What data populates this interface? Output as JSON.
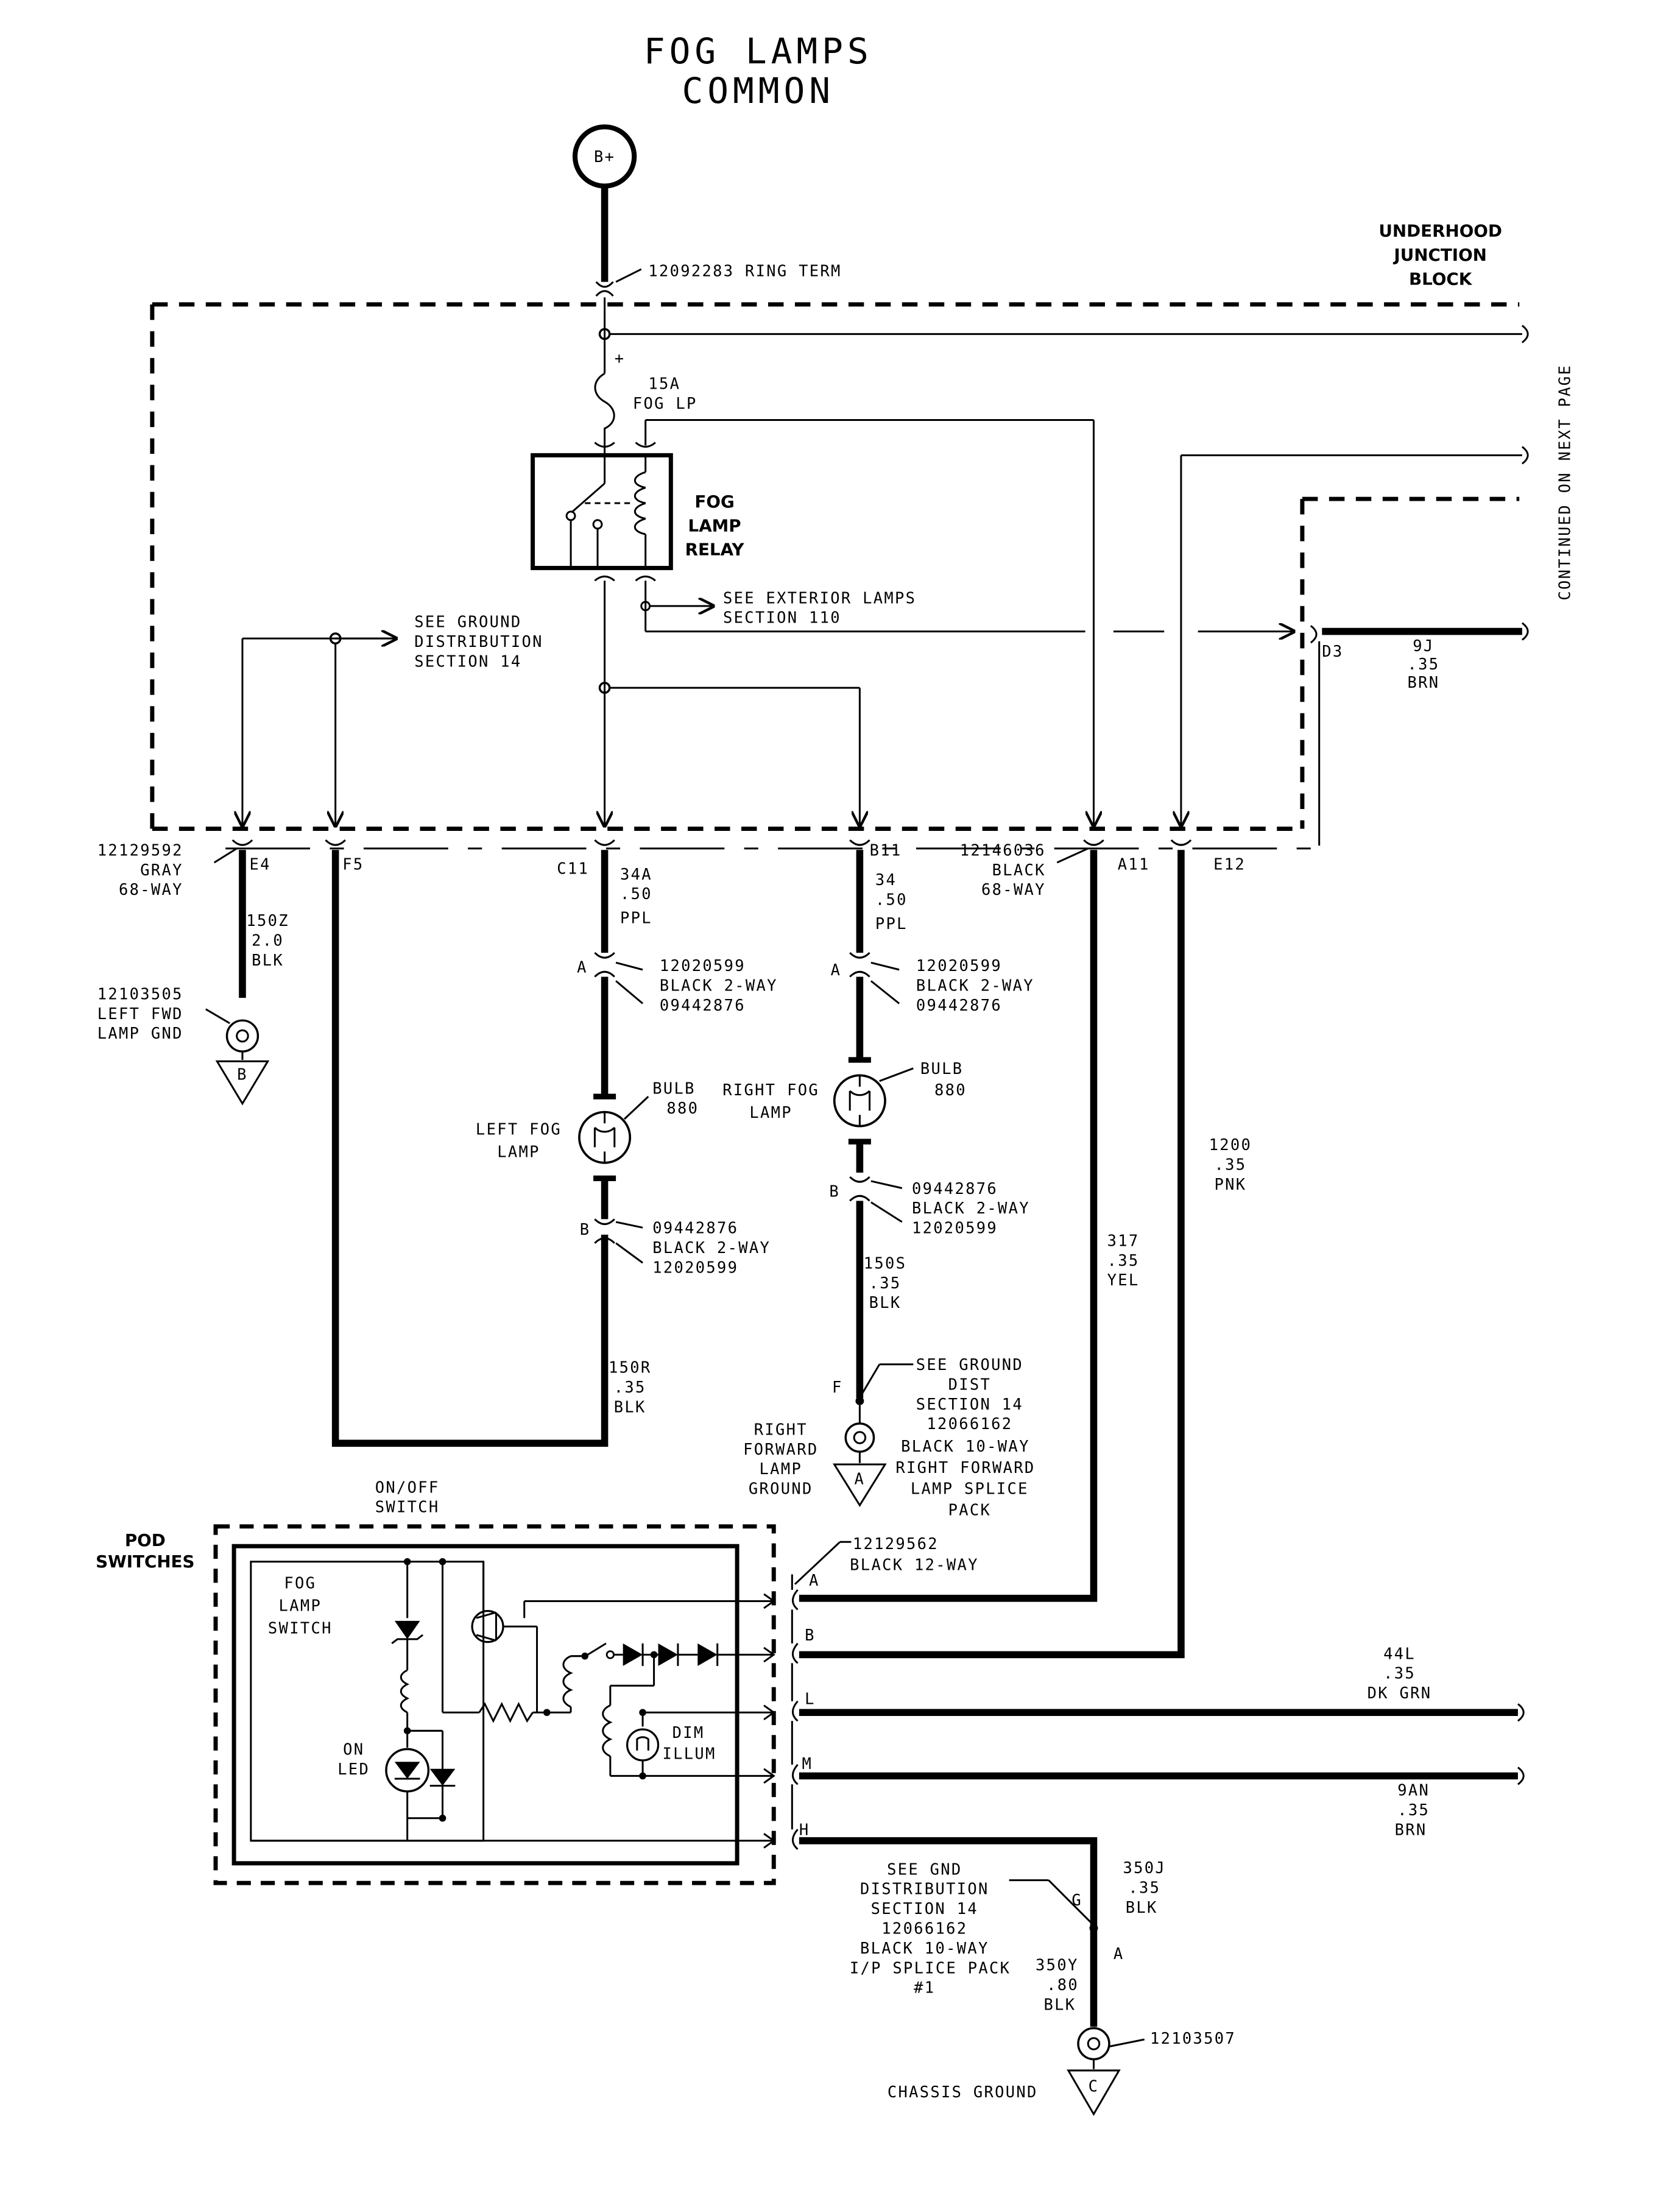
{
  "title": {
    "line1": "FOG LAMPS",
    "line2": "COMMON"
  },
  "battery": {
    "label": "B+"
  },
  "ring_term": {
    "label": "12092283  RING TERM"
  },
  "junction_block": {
    "line1": "UNDERHOOD",
    "line2": "JUNCTION",
    "line3": "BLOCK"
  },
  "continued": {
    "label": "CONTINUED ON NEXT PAGE"
  },
  "fuse": {
    "line1": "15A",
    "line2": "FOG LP",
    "polarity": "+"
  },
  "relay": {
    "line1": "FOG",
    "line2": "LAMP",
    "line3": "RELAY"
  },
  "ext_lamps": {
    "line1": "SEE EXTERIOR LAMPS",
    "line2": "SECTION 110"
  },
  "ground_dist": {
    "line1": "SEE GROUND",
    "line2": "DISTRIBUTION",
    "line3": "SECTION 14"
  },
  "d3": {
    "pin": "D3",
    "circuit": "9J",
    "gauge": ".35",
    "color": "BRN"
  },
  "conn_gray": {
    "part": "12129592",
    "color": "GRAY",
    "ways": "68-WAY"
  },
  "conn_black": {
    "part": "12146036",
    "color": "BLACK",
    "ways": "68-WAY"
  },
  "pins": {
    "e4": "E4",
    "f5": "F5",
    "c11": "C11",
    "b11": "B11",
    "a11": "A11",
    "e12": "E12"
  },
  "wire_150z": {
    "circuit": "150Z",
    "gauge": "2.0",
    "color": "BLK"
  },
  "left_fwd_gnd": {
    "part": "12103505",
    "line1": "LEFT FWD",
    "line2": "LAMP GND",
    "ground": "B"
  },
  "wire_34a": {
    "circuit": "34A",
    "gauge": ".50",
    "color": "PPL"
  },
  "wire_34": {
    "circuit": "34",
    "gauge": ".50",
    "color": "PPL"
  },
  "left_conn_a": {
    "pin": "A",
    "line1": "12020599",
    "line2": "BLACK 2-WAY",
    "line3": "09442876"
  },
  "right_conn_a": {
    "pin": "A",
    "line1": "12020599",
    "line2": "BLACK 2-WAY",
    "line3": "09442876"
  },
  "left_lamp": {
    "line1": "LEFT FOG",
    "line2": "LAMP",
    "bulb1": "BULB",
    "bulb2": "880"
  },
  "right_lamp": {
    "line1": "RIGHT FOG",
    "line2": "LAMP",
    "bulb1": "BULB",
    "bulb2": "880"
  },
  "left_conn_b": {
    "pin": "B",
    "line1": "09442876",
    "line2": "BLACK 2-WAY",
    "line3": "12020599"
  },
  "right_conn_b": {
    "pin": "B",
    "line1": "09442876",
    "line2": "BLACK 2-WAY",
    "line3": "12020599"
  },
  "wire_150r": {
    "circuit": "150R",
    "gauge": ".35",
    "color": "BLK"
  },
  "wire_150s": {
    "circuit": "150S",
    "gauge": ".35",
    "color": "BLK"
  },
  "wire_317": {
    "circuit": "317",
    "gauge": ".35",
    "color": "YEL"
  },
  "wire_1200": {
    "circuit": "1200",
    "gauge": ".35",
    "color": "PNK"
  },
  "right_splice": {
    "pin": "F",
    "line1": "SEE GROUND",
    "line2": "DIST",
    "line3": "SECTION 14",
    "line4": "12066162",
    "line5": "BLACK 10-WAY",
    "line6": "RIGHT FORWARD",
    "line7": "LAMP SPLICE",
    "line8": "PACK"
  },
  "right_fwd_gnd": {
    "line1": "RIGHT",
    "line2": "FORWARD",
    "line3": "LAMP",
    "line4": "GROUND",
    "ground": "A"
  },
  "onoff": {
    "line1": "ON/OFF",
    "line2": "SWITCH"
  },
  "pod": {
    "line1": "POD",
    "line2": "SWITCHES"
  },
  "fog_switch": {
    "line1": "FOG",
    "line2": "LAMP",
    "line3": "SWITCH"
  },
  "on_led": {
    "line1": "ON",
    "line2": "LED"
  },
  "dim_illum": {
    "line1": "DIM",
    "line2": "ILLUM"
  },
  "pod_conn": {
    "part": "12129562",
    "desc": "BLACK 12-WAY"
  },
  "pod_pins": {
    "a": "A",
    "b": "B",
    "l": "L",
    "m": "M",
    "h": "H"
  },
  "wire_44l": {
    "circuit": "44L",
    "gauge": ".35",
    "color": "DK GRN"
  },
  "wire_9an": {
    "circuit": "9AN",
    "gauge": ".35",
    "color": "BRN"
  },
  "wire_350j": {
    "circuit": "350J",
    "gauge": ".35",
    "color": "BLK"
  },
  "wire_350y": {
    "circuit": "350Y",
    "gauge": ".80",
    "color": "BLK"
  },
  "ip_splice": {
    "pin_g": "G",
    "pin_a": "A",
    "line1": "SEE GND",
    "line2": "DISTRIBUTION",
    "line3": "SECTION 14",
    "line4": "12066162",
    "line5": "BLACK 10-WAY",
    "line6": "I/P SPLICE PACK",
    "line7": "#1"
  },
  "chassis_gnd": {
    "part": "12103507",
    "label": "CHASSIS GROUND",
    "ground": "C"
  }
}
